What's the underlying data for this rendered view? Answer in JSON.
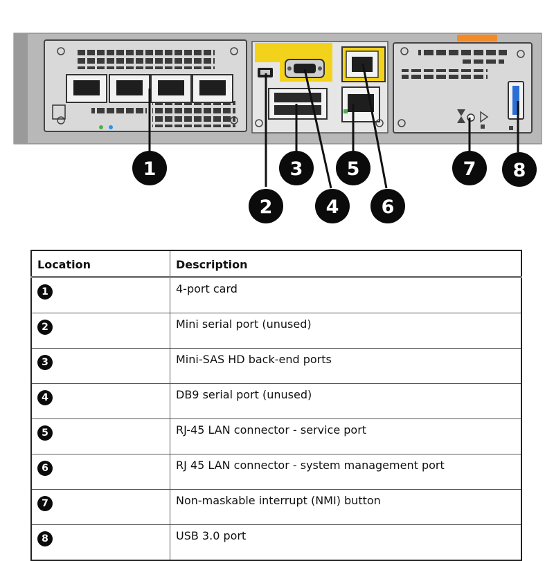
{
  "figure": {
    "callouts": [
      "1",
      "2",
      "3",
      "4",
      "5",
      "6",
      "7",
      "8"
    ]
  },
  "table": {
    "headers": {
      "location": "Location",
      "description": "Description"
    },
    "rows": [
      {
        "location": "1",
        "description": "4-port card"
      },
      {
        "location": "2",
        "description": "Mini serial port (unused)"
      },
      {
        "location": "3",
        "description": "Mini-SAS HD back-end ports"
      },
      {
        "location": "4",
        "description": "DB9 serial port (unused)"
      },
      {
        "location": "5",
        "description": "RJ-45 LAN connector - service port"
      },
      {
        "location": "6",
        "description": "RJ 45 LAN connector - system management port"
      },
      {
        "location": "7",
        "description": "Non-maskable interrupt (NMI) button"
      },
      {
        "location": "8",
        "description": "USB 3.0 port"
      }
    ]
  },
  "colors": {
    "chassis": "#b8b8b8",
    "panel": "#d9d9d9",
    "accent_yellow": "#f3d21c",
    "handle_orange": "#f08a2a",
    "callout": "#0b0b0b"
  }
}
